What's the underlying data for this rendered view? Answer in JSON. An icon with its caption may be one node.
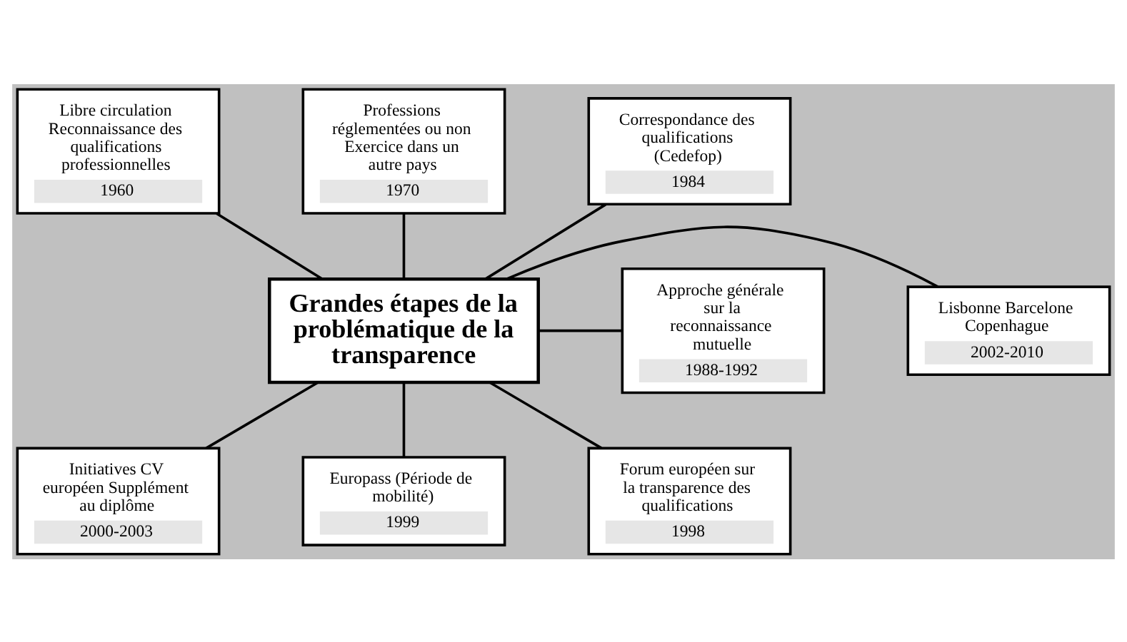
{
  "diagram": {
    "nodes": [
      {
        "text": [
          "Libre circulation Reconnaissance des qualifications professionnelles",
          "1960"
        ]
      },
      {
        "text": [
          "Professions réglementées ou non Exercice dans un autre pays",
          "1970"
        ]
      },
      {
        "text": [
          "Correspondance des qualifications (Cedefop)",
          "1984"
        ]
      },
      {
        "text": [
          "Lisbonne Barcelone Copenhague",
          "2002-2010"
        ]
      },
      {
        "text": [
          "Grandes étapes de la problématique de la transparence"
        ]
      },
      {
        "text": [
          "Approche générale sur la reconnaissance mutuelle",
          "1988-1992"
        ]
      },
      {
        "text": [
          "Initiatives CV européen Supplément au diplôme",
          "2000-2003"
        ]
      },
      {
        "text": [
          "Europass (Période de mobilité)",
          "1999"
        ]
      },
      {
        "text": [
          "Forum européen sur la transparence des qualifications",
          "1998"
        ]
      }
    ],
    "edges": [
      {
        "from": 0,
        "to": 4,
        "arrow": "none"
      },
      {
        "from": 1,
        "to": 4,
        "arrow": "none"
      },
      {
        "from": 2,
        "to": 4,
        "arrow": "none"
      },
      {
        "from": 4,
        "to": 3,
        "arrow": "none"
      },
      {
        "from": 4,
        "to": 5,
        "arrow": "none"
      },
      {
        "from": 4,
        "to": 6,
        "arrow": "none"
      },
      {
        "from": 4,
        "to": 7,
        "arrow": "none"
      },
      {
        "from": 4,
        "to": 8,
        "arrow": "none"
      }
    ]
  }
}
